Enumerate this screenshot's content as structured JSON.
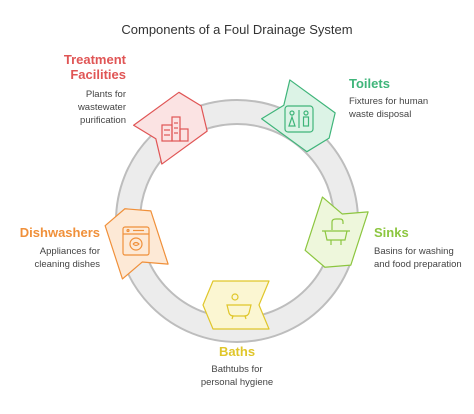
{
  "title": "Components of a Foul Drainage System",
  "components": [
    {
      "name": "Treatment Facilities",
      "label_line1": "Treatment",
      "label_line2": "Facilities",
      "desc_line1": "Plants for",
      "desc_line2": "wastewater",
      "desc_line3": "purification",
      "color": "#e05555",
      "fill": "#fbe3e3",
      "icon": "factory-icon"
    },
    {
      "name": "Toilets",
      "label_line1": "Toilets",
      "desc_line1": "Fixtures for human",
      "desc_line2": "waste disposal",
      "color": "#3fb57a",
      "fill": "#dcf3e6",
      "icon": "restroom-icon"
    },
    {
      "name": "Sinks",
      "label_line1": "Sinks",
      "desc_line1": "Basins for washing",
      "desc_line2": "and food preparation",
      "color": "#8cc63f",
      "fill": "#eef7dc",
      "icon": "sink-icon"
    },
    {
      "name": "Baths",
      "label_line1": "Baths",
      "desc_line1": "Bathtubs for",
      "desc_line2": "personal hygiene",
      "color": "#e0c62a",
      "fill": "#fbf6d2",
      "icon": "bathtub-icon"
    },
    {
      "name": "Dishwashers",
      "label_line1": "Dishwashers",
      "desc_line1": "Appliances for",
      "desc_line2": "cleaning dishes",
      "color": "#f0903a",
      "fill": "#fde9d6",
      "icon": "dishwasher-icon"
    }
  ]
}
